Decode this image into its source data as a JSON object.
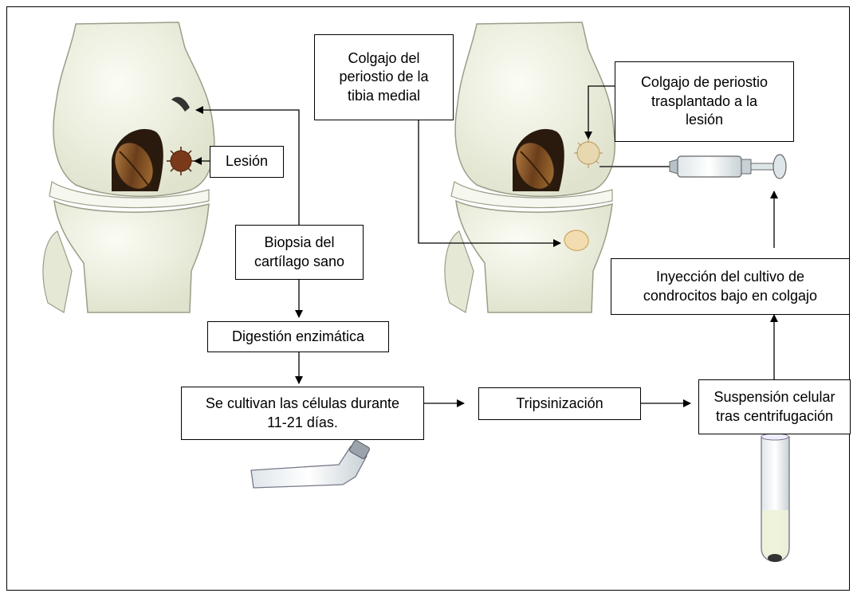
{
  "labels": {
    "lesion": "Lesión",
    "periosteum_flap": "Colgajo del\nperiostio de la\ntibia medial",
    "transplanted_flap": "Colgajo de periostio\ntrasplantado a la\nlesión",
    "biopsy": "Biopsia del\ncartílago sano",
    "digestion": "Digestión enzimática",
    "culture": "Se cultivan las células durante\n11-21 días.",
    "trypsinization": "Tripsinización",
    "suspension": "Suspensión celular\ntras centrifugación",
    "injection": "Inyección del cultivo de\ncondrocitos bajo en colgajo"
  },
  "colors": {
    "bone": "#eef0e2",
    "bone_outline": "#9a9e88",
    "cartilage": "#f6f7ee",
    "ligament": "#8a5a2e",
    "lesion": "#7a3a1a",
    "graft": "#e8d8b0",
    "arrow": "#000000"
  }
}
